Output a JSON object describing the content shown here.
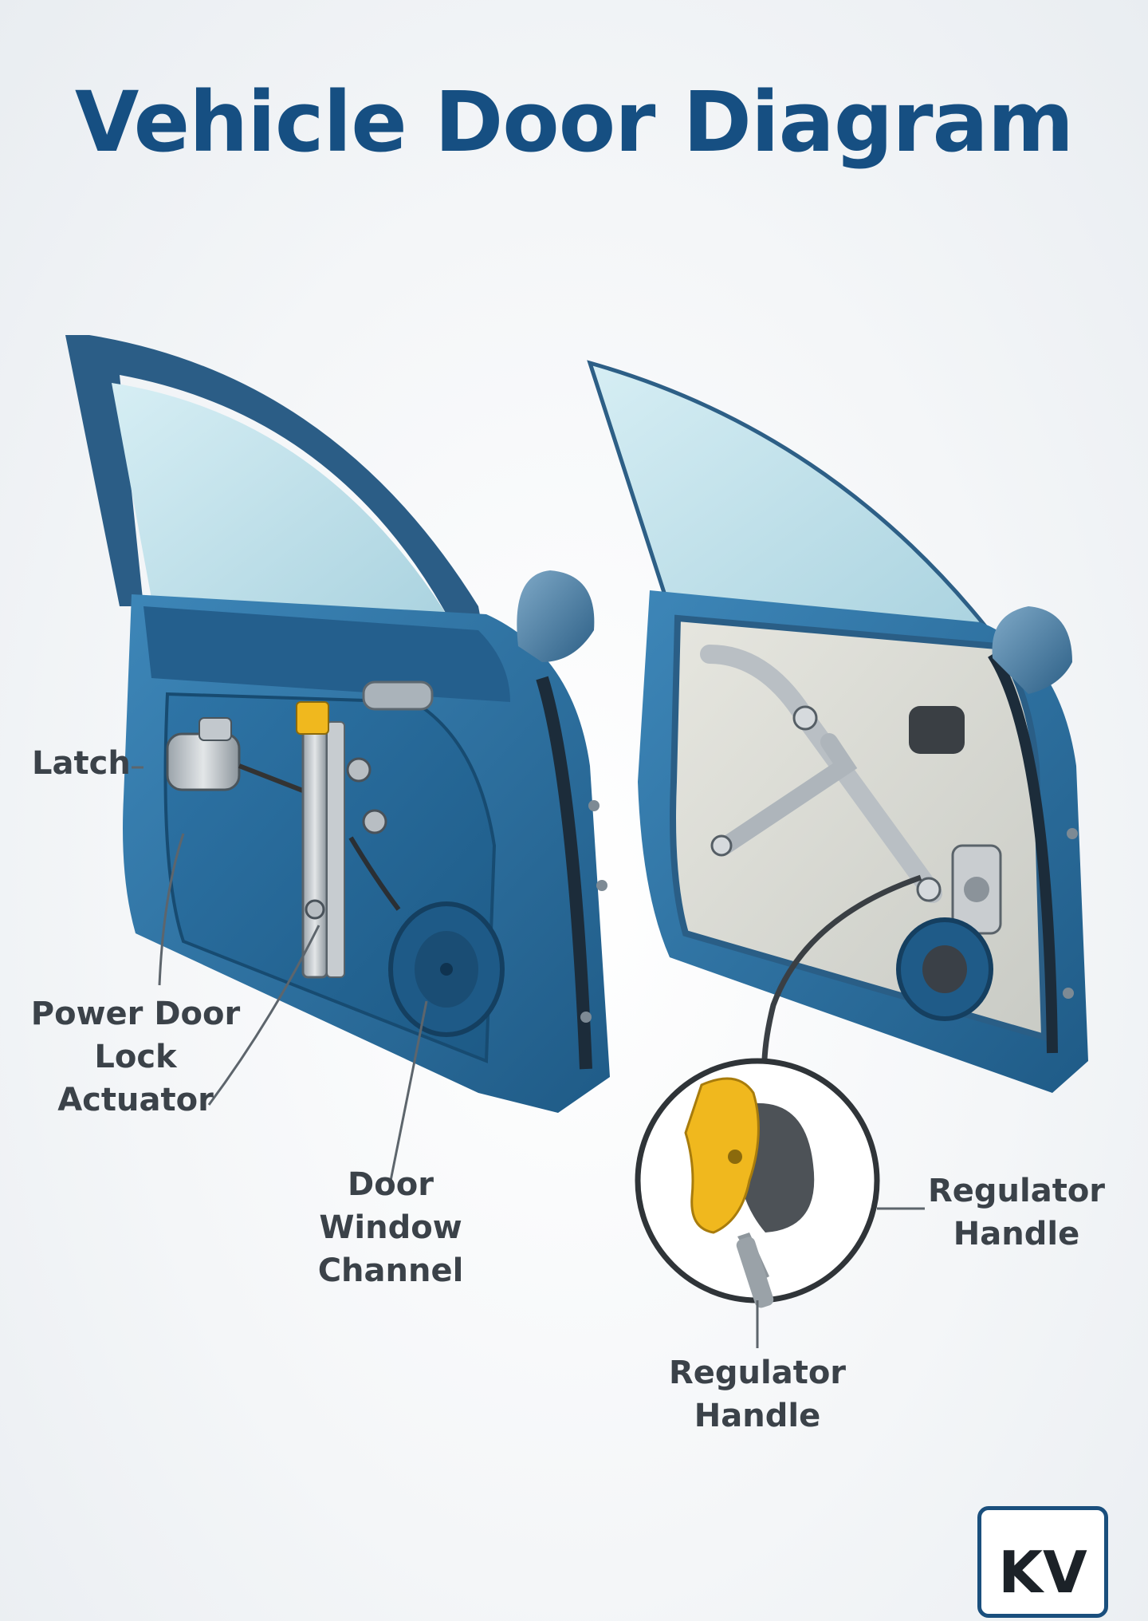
{
  "title": "Vehicle Door Diagram",
  "labels": {
    "latch": "Latch",
    "power_door_lock_actuator": "Power Door\nLock\nActuator",
    "door_window_channel": "Door\nWindow\nChannel",
    "regulator_handle_right": "Regulator\nHandle",
    "regulator_handle_bottom": "Regulator\nHandle"
  },
  "logo": "KV",
  "colors": {
    "title": "#164f82",
    "door_blue": "#2f6f9f",
    "glass": "#bfe0ea",
    "handle_yellow": "#f0b81e",
    "label_text": "#3b4249"
  }
}
